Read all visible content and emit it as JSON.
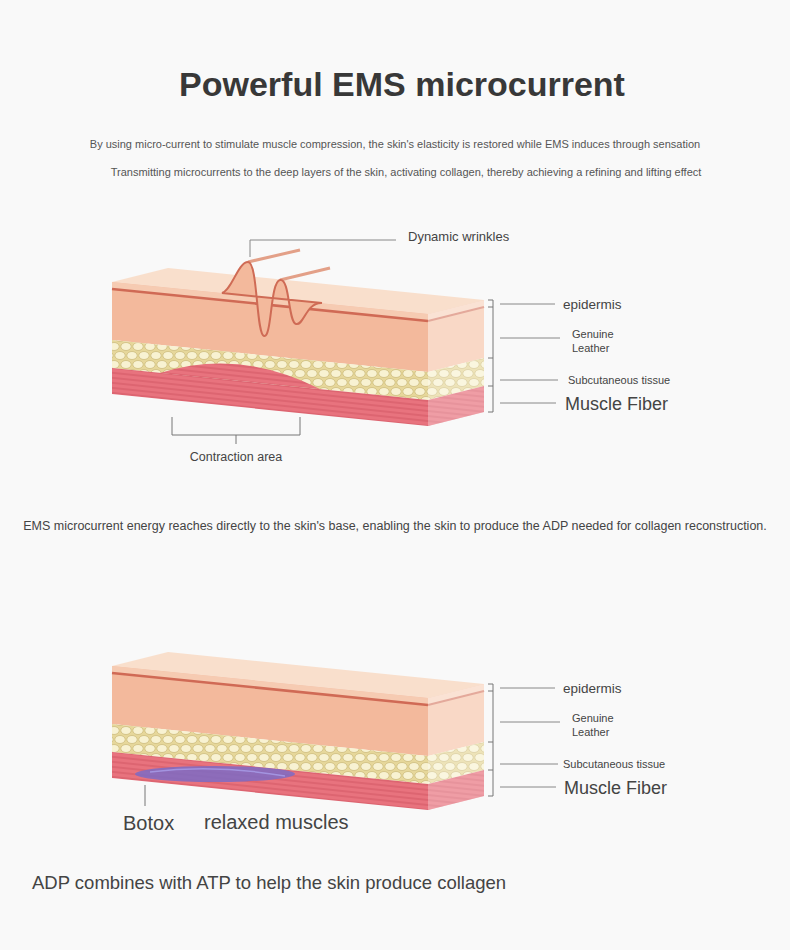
{
  "diagram": {
    "title": "Powerful EMS microcurrent",
    "labels": [
      "By using micro-current to stimulate muscle compression, the skin's elasticity is restored while EMS induces through sensation",
      "Transmitting microcurrents to the deep layers of the skin, activating collagen, thereby achieving a refining and lifting effect",
      "Dynamic wrinkles",
      "epidermis",
      "Genuine Leather",
      "Subcutaneous tissue",
      "Muscle Fiber",
      "Contraction area",
      "EMS microcurrent energy reaches directly to the skin's base, enabling the skin to produce the ADP needed for collagen reconstruction.",
      "epidermis",
      "Genuine Leather",
      "Subcutaneous tissue",
      "Muscle Fiber",
      "Botox",
      "relaxed muscles",
      "ADP combines with ATP to help the skin produce collagen"
    ]
  }
}
